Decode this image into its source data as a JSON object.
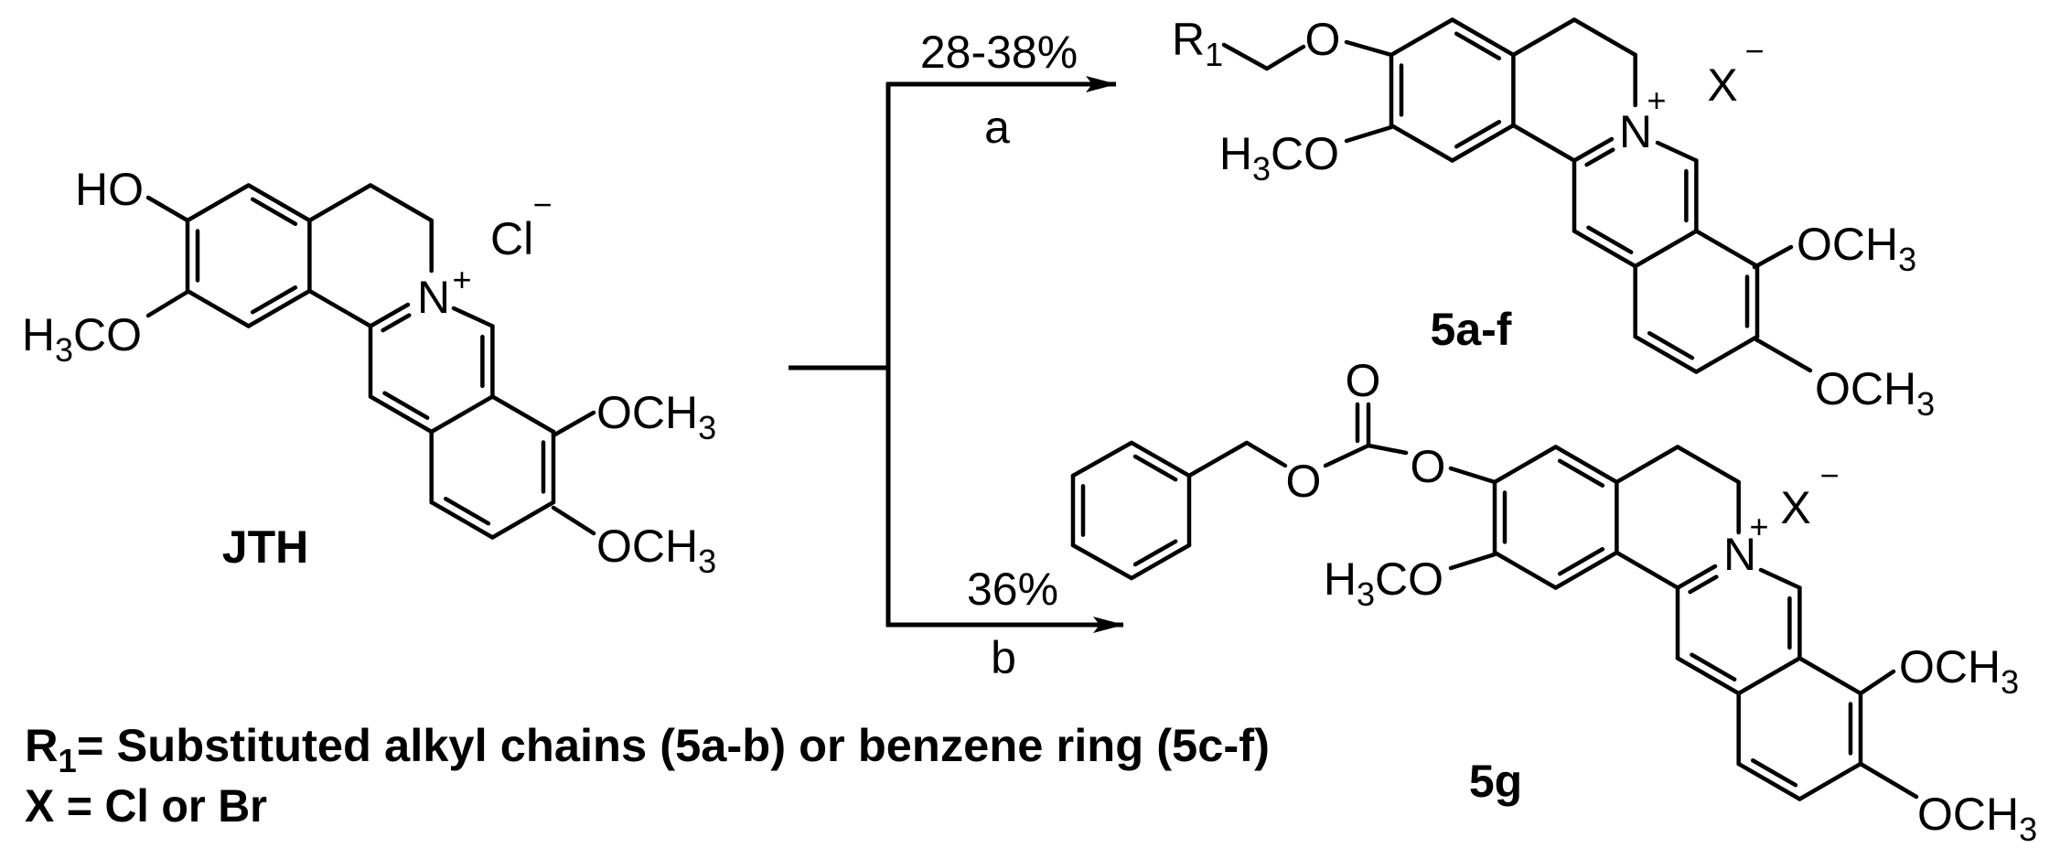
{
  "reactant": {
    "label": "JTH",
    "hydroxy": "HO",
    "methoxy_left": {
      "pre": "H",
      "sub": "3",
      "post": "CO"
    },
    "methoxy_right": {
      "pre": "OCH",
      "sub": "3"
    },
    "nitrogen": "N",
    "charge": "+",
    "counter_ion": "Cl",
    "counter_charge": "−"
  },
  "arrows": {
    "a": {
      "yield": "28-38%",
      "condition": "a"
    },
    "b": {
      "yield": "36%",
      "condition": "b"
    }
  },
  "product_a": {
    "label": "5a-f",
    "r_group": {
      "pre": "R",
      "sub": "1"
    },
    "ether_oxygen": "O",
    "methoxy_left": {
      "pre": "H",
      "sub": "3",
      "post": "CO"
    },
    "methoxy_right": {
      "pre": "OCH",
      "sub": "3"
    },
    "nitrogen": "N",
    "charge": "+",
    "counter_ion": "X",
    "counter_charge": "−"
  },
  "product_b": {
    "label": "5g",
    "carbonyl_oxygen": "O",
    "ester_oxygen": "O",
    "aryl_oxygen": "O",
    "methoxy_left": {
      "pre": "H",
      "sub": "3",
      "post": "CO"
    },
    "methoxy_right": {
      "pre": "OCH",
      "sub": "3"
    },
    "nitrogen": "N",
    "charge": "+",
    "counter_ion": "X",
    "counter_charge": "−"
  },
  "footnotes": {
    "r1_line": {
      "pre": "R",
      "sub": "1",
      "post": "= Substituted alkyl chains (5a-b) or benzene ring (5c-f)"
    },
    "x_line": "X = Cl or Br"
  }
}
